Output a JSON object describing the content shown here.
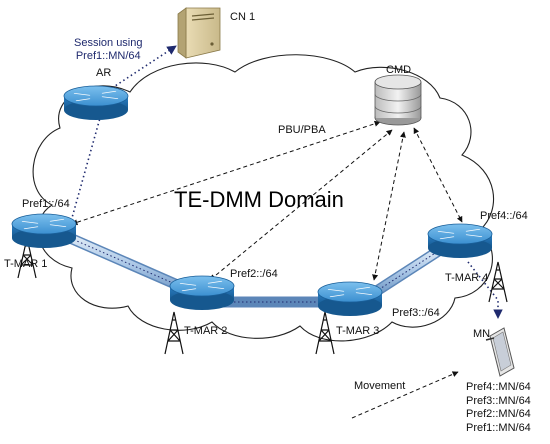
{
  "diagram": {
    "domain_title": "TE-DMM Domain",
    "session_label_line1": "Session using",
    "session_label_line2": "Pref1::MN/64",
    "cn_label": "CN 1",
    "ar_label": "AR",
    "cmd_label": "CMD",
    "pbu_label": "PBU/PBA",
    "mn_label": "MN",
    "movement_label": "Movement",
    "routers": [
      {
        "name": "T-MAR 1",
        "prefix": "Pref1::/64"
      },
      {
        "name": "T-MAR 2",
        "prefix": "Pref2::/64"
      },
      {
        "name": "T-MAR 3",
        "prefix": "Pref3::/64"
      },
      {
        "name": "T-MAR 4",
        "prefix": "Pref4::/64"
      }
    ],
    "mn_prefixes": [
      "Pref4::MN/64",
      "Pref3::MN/64",
      "Pref2::MN/64",
      "Pref1::MN/64"
    ],
    "colors": {
      "router_body": "#2b7fc4",
      "router_top": "#5aa7e0",
      "tunnel": "#a9c6e6",
      "session_path": "#1f2a6e",
      "cloud_stroke": "#222222"
    }
  }
}
